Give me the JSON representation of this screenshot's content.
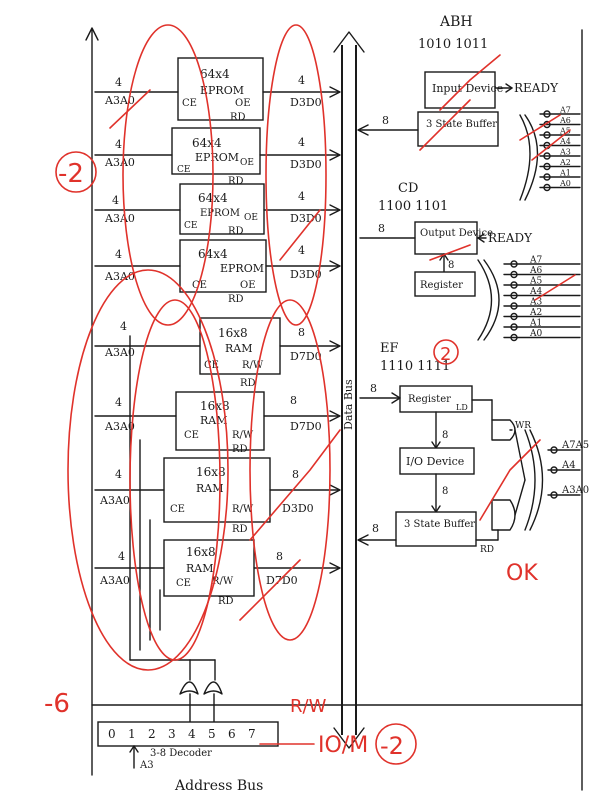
{
  "eproms": [
    {
      "size": "64x4",
      "name": "EPROM",
      "ce": "CE",
      "oe": "OE",
      "rd": "RD",
      "addr": "A3A0",
      "addr_width": "4",
      "data": "D3D0",
      "data_width": "4"
    },
    {
      "size": "64x4",
      "name": "EPROM",
      "ce": "CE",
      "oe": "OE",
      "rd": "RD",
      "addr": "A3A0",
      "addr_width": "4",
      "data": "D3D0",
      "data_width": "4"
    },
    {
      "size": "64x4",
      "name": "EPROM",
      "ce": "CE",
      "oe": "OE",
      "rd": "RD",
      "addr": "A3A0",
      "addr_width": "4",
      "data": "D3D0",
      "data_width": "4"
    },
    {
      "size": "64x4",
      "name": "EPROM",
      "ce": "CE",
      "oe": "OE",
      "rd": "RD",
      "addr": "A3A0",
      "addr_width": "4",
      "data": "D3D0",
      "data_width": "4"
    }
  ],
  "rams": [
    {
      "size": "16x8",
      "name": "RAM",
      "ce": "CE",
      "rw": "R/W",
      "rd": "RD",
      "addr": "A3A0",
      "addr_width": "4",
      "data": "D7D0",
      "data_width": "8"
    },
    {
      "size": "16x8",
      "name": "RAM",
      "ce": "CE",
      "rw": "R/W",
      "rd": "RD",
      "addr": "A3A0",
      "addr_width": "4",
      "data": "D7D0",
      "data_width": "8"
    },
    {
      "size": "16x8",
      "name": "RAM",
      "ce": "CE",
      "rw": "R/W",
      "rd": "RD",
      "addr": "A3A0",
      "addr_width": "4",
      "data": "D3D0",
      "data_width": "8"
    },
    {
      "size": "16x8",
      "name": "RAM",
      "ce": "CE",
      "rw": "R/W",
      "rd": "RD",
      "addr": "A3A0",
      "addr_width": "4",
      "data": "D7D0",
      "data_width": "8"
    }
  ],
  "io": {
    "input": {
      "hex": "ABH",
      "bits": "1010 1011",
      "device": "Input Device",
      "buffer": "3 State Buffer",
      "signal": "READY",
      "width": "8",
      "lines": [
        "A7",
        "A6",
        "A5",
        "A4",
        "A3",
        "A2",
        "A1",
        "A0"
      ]
    },
    "output": {
      "hex": "CD",
      "bits": "1100 1101",
      "device": "Output Device",
      "register": "Register",
      "signal": "READY",
      "width": "8",
      "lines": [
        "A7",
        "A6",
        "A5",
        "A4",
        "A3",
        "A2",
        "A1",
        "A0"
      ]
    },
    "bidir": {
      "hex": "EF",
      "bits": "1110 1111",
      "register": "Register",
      "register_sub": "LD",
      "device": "I/O Device",
      "buffer": "3 State Buffer",
      "width": "8",
      "wr": "WR",
      "rd": "RD",
      "inputs": [
        "A7A5",
        "A4",
        "A3A0"
      ]
    }
  },
  "bus": {
    "data_label": "Data Bus",
    "address_label": "Address Bus"
  },
  "decoder": {
    "outputs": [
      "0",
      "1",
      "2",
      "3",
      "4",
      "5",
      "6",
      "7"
    ],
    "label": "3-8 Decoder",
    "input": "A3"
  },
  "control": {
    "io_m": "IO/M"
  },
  "grading": {
    "minus6": "-6",
    "rw": "R/W",
    "minus2_top": "-2",
    "minus2_bottom": "-2",
    "circle2": "2",
    "ok": "OK"
  }
}
